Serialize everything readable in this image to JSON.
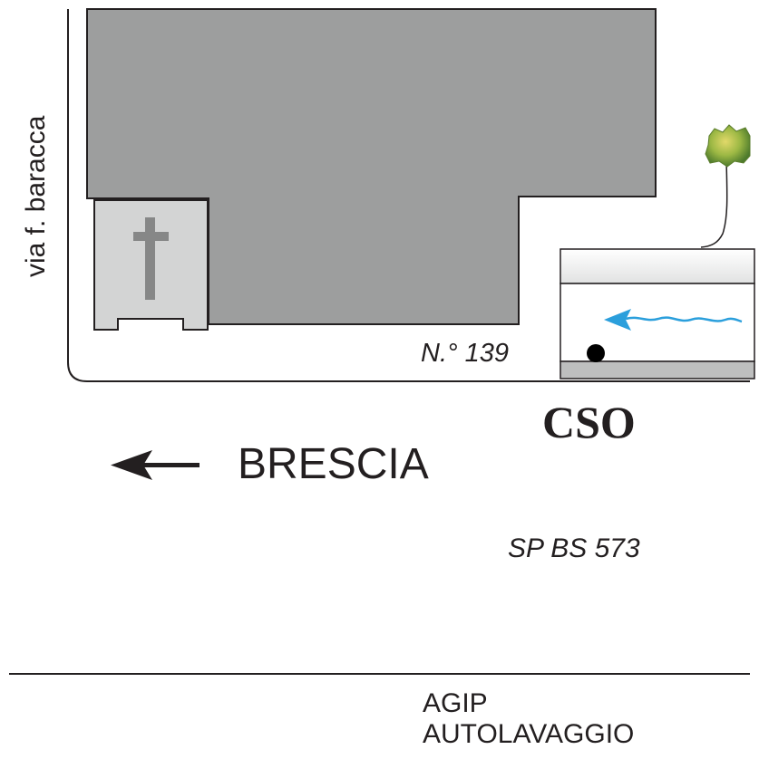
{
  "map": {
    "street_side_label": "via f. baracca",
    "house_number_label": "N.° 139",
    "main_road_fragment": "CSO",
    "direction_label": "BRESCIA",
    "route_code_label": "SP BS 573",
    "poi_line1": "AGIP",
    "poi_line2": "AUTOLAVAGGIO",
    "icons": [
      "church-cross-icon",
      "tree-icon",
      "water-arrow-icon",
      "location-dot-icon",
      "direction-arrow-left-icon"
    ],
    "colors": {
      "building": "#9d9e9e",
      "church": "#d3d4d4",
      "cross": "#868787",
      "line": "#231f20",
      "water_arrow": "#2b9fdc",
      "tree_green": "#8aa93a"
    }
  }
}
